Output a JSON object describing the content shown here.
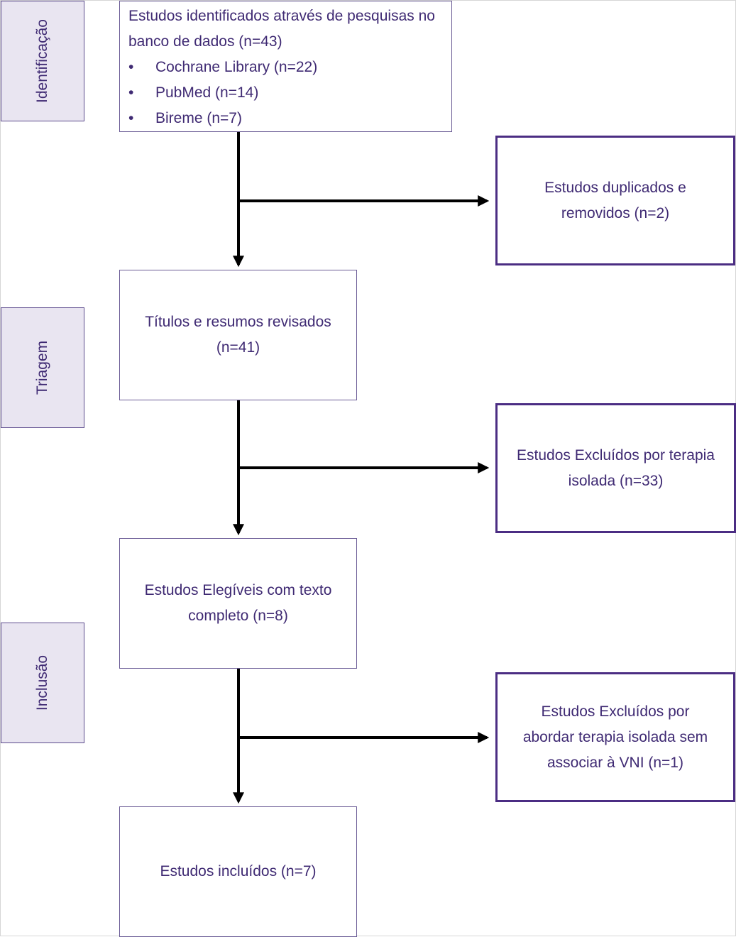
{
  "phases": {
    "identification": "Identificação",
    "screening": "Triagem",
    "inclusion": "Inclusão"
  },
  "identification_box": {
    "title": "Estudos identificados através de pesquisas no banco de dados (n=43)",
    "sources": [
      "Cochrane Library (n=22)",
      "PubMed (n=14)",
      "Bireme (n=7)"
    ]
  },
  "duplicates_box": {
    "line1": "Estudos duplicados e",
    "line2": "removidos (n=2)"
  },
  "screened_box": {
    "line1": "Títulos e resumos revisados",
    "line2": "(n=41)"
  },
  "excluded_isolated_box": {
    "line1": "Estudos Excluídos por terapia",
    "line2": "isolada (n=33)"
  },
  "eligible_box": {
    "line1": "Estudos Elegíveis com texto",
    "line2": "completo (n=8)"
  },
  "excluded_no_vni_box": {
    "line1": "Estudos Excluídos por",
    "line2": "abordar terapia isolada sem",
    "line3": "associar à VNI (n=1)"
  },
  "included_box": {
    "line1": "Estudos incluídos (n=7)"
  },
  "colors": {
    "text": "#3f2a73",
    "side_border": "#4b2d83",
    "phase_fill": "#e9e5f1",
    "arrow": "#000000"
  }
}
